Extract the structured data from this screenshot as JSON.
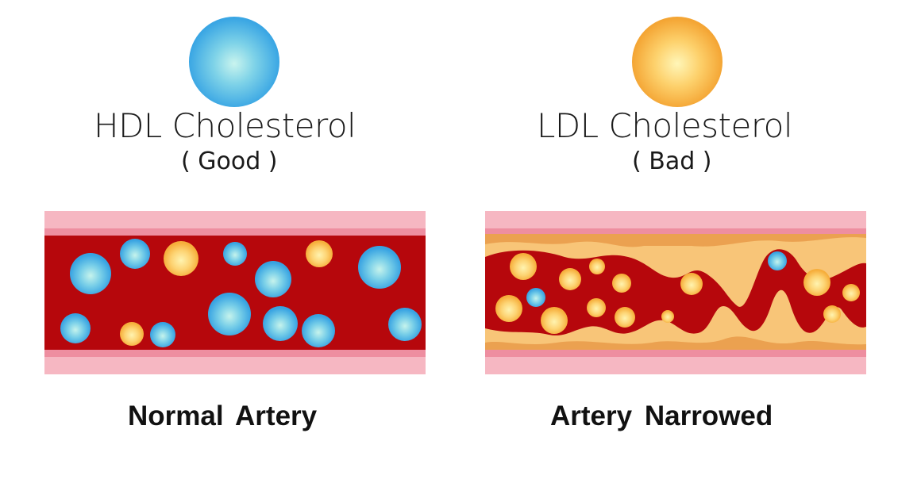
{
  "hdl": {
    "title": "HDL Cholesterol",
    "quality": "( Good )",
    "caption": "Normal  Artery",
    "ball_color": "#4db8e8"
  },
  "ldl": {
    "title": "LDL Cholesterol",
    "quality": "( Bad )",
    "caption": "Artery  Narrowed",
    "ball_color": "#f9b637"
  },
  "colors": {
    "vessel_outer": "#f6b7c2",
    "vessel_inner_band": "#ee8ea0",
    "blood": "#b6070c",
    "plaque_light": "#f8c578",
    "plaque_dark": "#eba150"
  }
}
